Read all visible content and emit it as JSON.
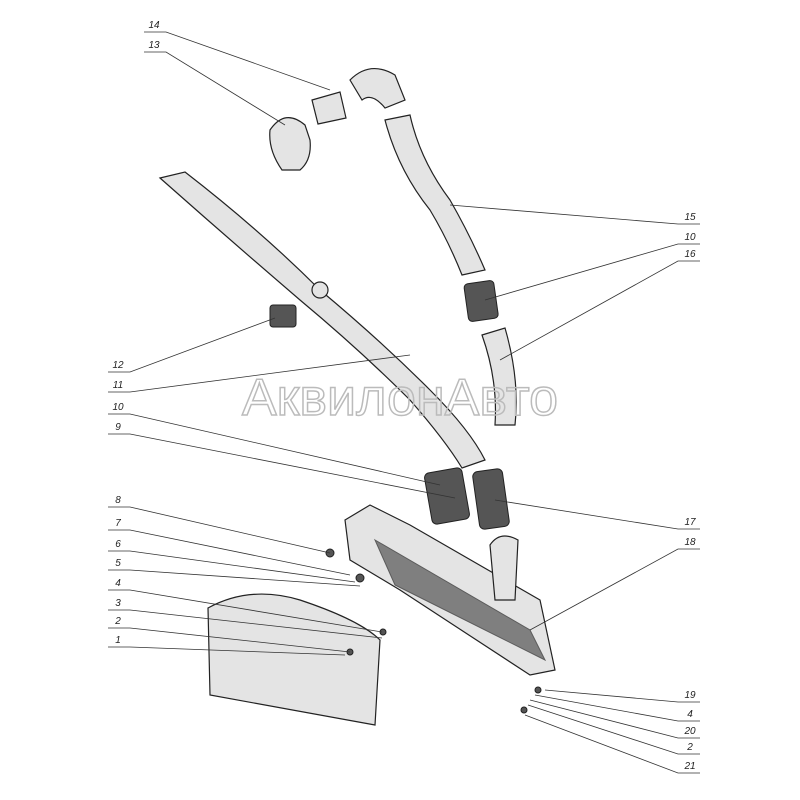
{
  "watermark": "АквилонАвто",
  "callouts_left": [
    "14",
    "13",
    "12",
    "11",
    "10",
    "9",
    "8",
    "7",
    "6",
    "5",
    "4",
    "3",
    "2",
    "1"
  ],
  "callouts_right": [
    "15",
    "10",
    "16",
    "17",
    "18",
    "19",
    "4",
    "20",
    "2",
    "21"
  ]
}
